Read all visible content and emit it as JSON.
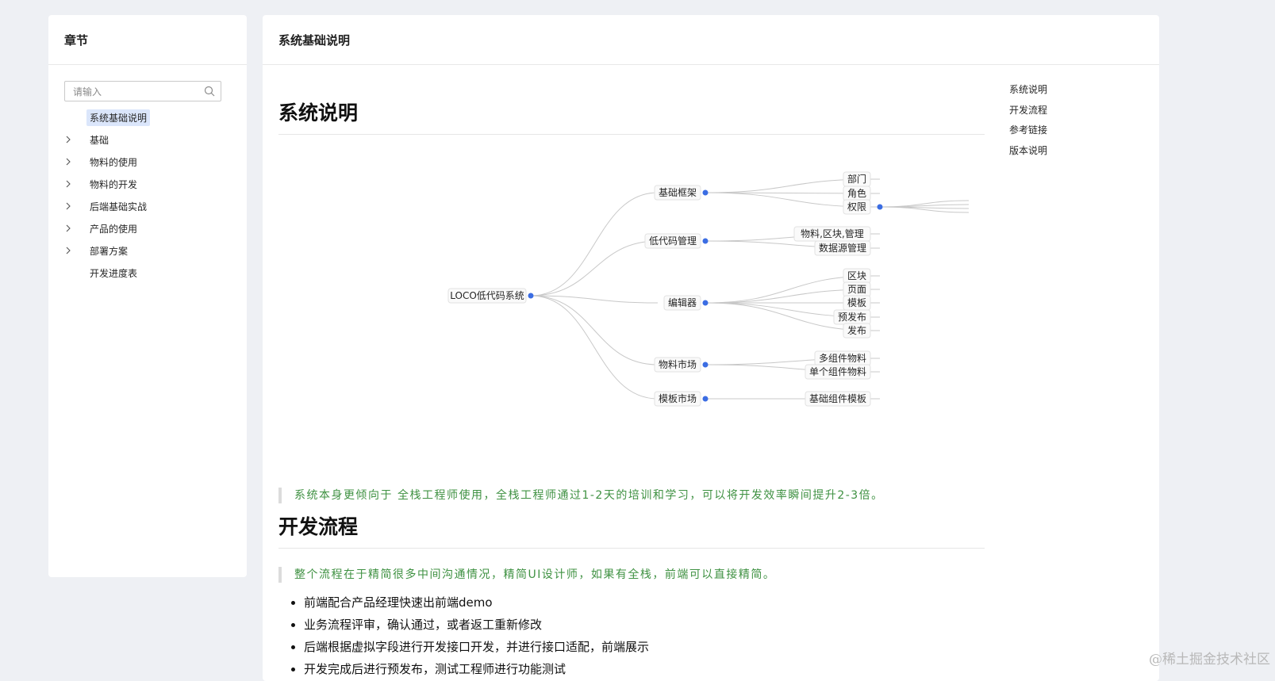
{
  "sidebar": {
    "title": "章节",
    "search_placeholder": "请输入",
    "items": [
      {
        "label": "系统基础说明",
        "expandable": false,
        "active": true
      },
      {
        "label": "基础",
        "expandable": true
      },
      {
        "label": "物料的使用",
        "expandable": true
      },
      {
        "label": "物料的开发",
        "expandable": true
      },
      {
        "label": "后端基础实战",
        "expandable": true
      },
      {
        "label": "产品的使用",
        "expandable": true
      },
      {
        "label": "部署方案",
        "expandable": true
      },
      {
        "label": "开发进度表",
        "expandable": false
      }
    ]
  },
  "main": {
    "title": "系统基础说明",
    "toc": [
      "系统说明",
      "开发流程",
      "参考链接",
      "版本说明"
    ],
    "section1": {
      "heading": "系统说明",
      "quote": "系统本身更倾向于 全栈工程师使用，全栈工程师通过1-2天的培训和学习，可以将开发效率瞬间提升2-3倍。"
    },
    "section2": {
      "heading": "开发流程",
      "quote": "整个流程在于精简很多中间沟通情况，精简UI设计师，如果有全栈，前端可以直接精简。",
      "steps": [
        "前端配合产品经理快速出前端demo",
        "业务流程评审，确认通过，或者返工重新修改",
        "后端根据虚拟字段进行开发接口开发，并进行接口适配，前端展示",
        "开发完成后进行预发布，测试工程师进行功能测试"
      ]
    }
  },
  "mindmap": {
    "root": "LOCO低代码系统",
    "branches": [
      {
        "label": "基础框架",
        "children": [
          "部门",
          "角色",
          "权限"
        ]
      },
      {
        "label": "低代码管理",
        "children": [
          "物料,区块,管理",
          "数据源管理"
        ]
      },
      {
        "label": "编辑器",
        "children": [
          "区块",
          "页面",
          "模板",
          "预发布",
          "发布"
        ]
      },
      {
        "label": "物料市场",
        "children": [
          "多组件物料",
          "单个组件物料"
        ]
      },
      {
        "label": "模板市场",
        "children": [
          "基础组件模板"
        ]
      }
    ],
    "colors": {
      "dot": "#3b6de3",
      "line": "#c8c8c8",
      "node_border": "#e2e2e2"
    }
  },
  "watermark": "@稀土掘金技术社区"
}
